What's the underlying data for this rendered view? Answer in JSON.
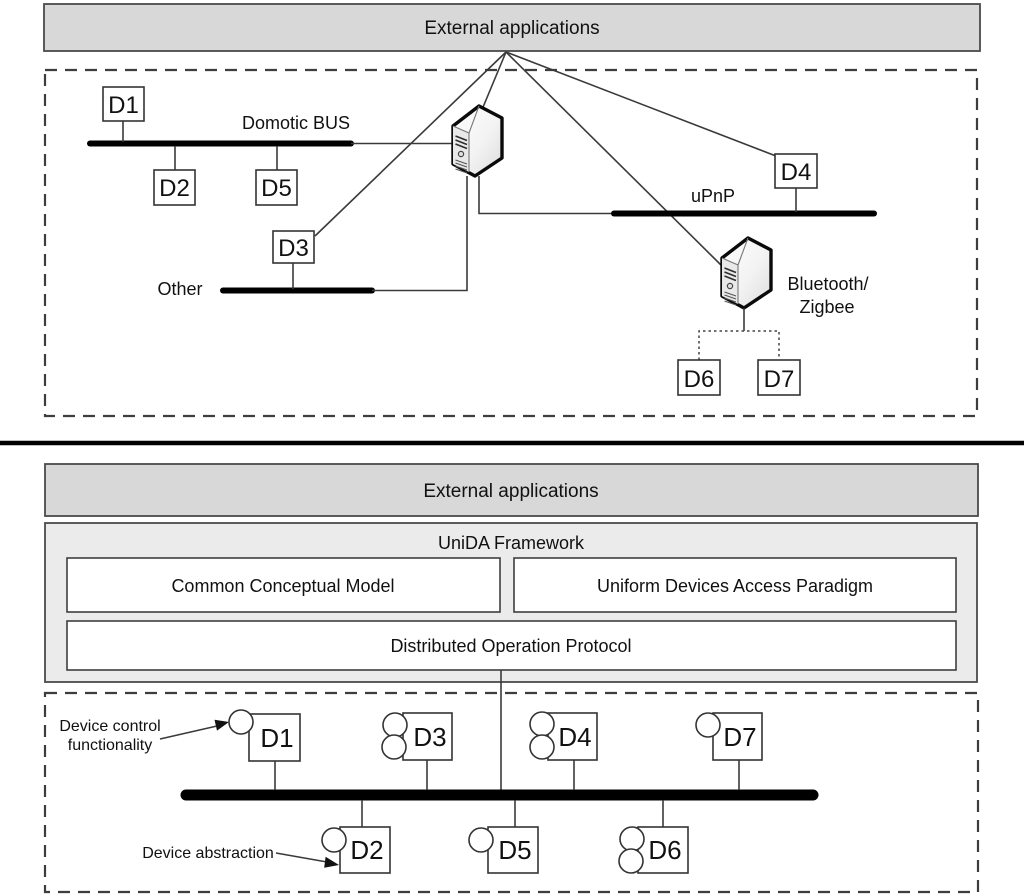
{
  "diagram": {
    "top_section": {
      "header_label": "External applications",
      "domotic_bus_label": "Domotic BUS",
      "upnp_bus_label": "uPnP",
      "other_bus_label": "Other",
      "gateway_label_line1": "Bluetooth/",
      "gateway_label_line2": "Zigbee",
      "devices": {
        "d1": "D1",
        "d2": "D2",
        "d3": "D3",
        "d4": "D4",
        "d5": "D5",
        "d6": "D6",
        "d7": "D7"
      }
    },
    "bottom_section": {
      "header_label": "External applications",
      "framework_title": "UniDA Framework",
      "ccm_label": "Common Conceptual Model",
      "udap_label": "Uniform Devices Access Paradigm",
      "dop_label": "Distributed Operation Protocol",
      "annotation_control_line1": "Device control",
      "annotation_control_line2": "functionality",
      "annotation_abstraction": "Device abstraction",
      "devices": {
        "d1": "D1",
        "d2": "D2",
        "d3": "D3",
        "d4": "D4",
        "d5": "D5",
        "d6": "D6",
        "d7": "D7"
      }
    },
    "colors": {
      "header_fill": "#d8d8d8",
      "framework_fill": "#ebebeb",
      "box_border": "#3f3f3f",
      "line": "#3a3a3a",
      "bus": "#000000",
      "background": "#ffffff"
    }
  }
}
